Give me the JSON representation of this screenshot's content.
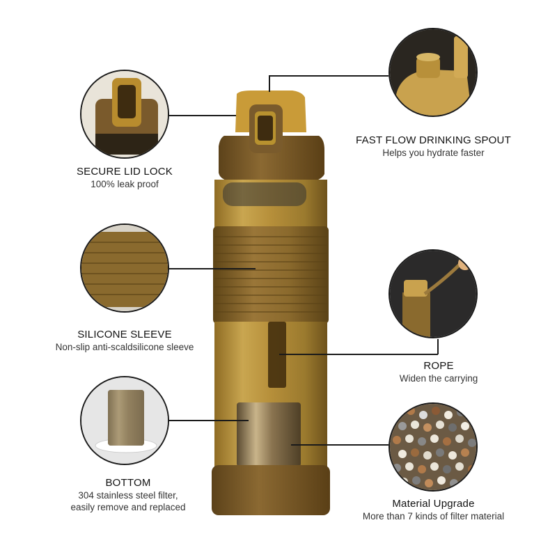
{
  "features": {
    "lid_lock": {
      "title": "SECURE LID LOCK",
      "subtitle": "100% leak proof"
    },
    "sleeve": {
      "title": "SILICONE SLEEVE",
      "subtitle": "Non-slip anti-scaldsilicone sleeve"
    },
    "bottom": {
      "title": "BOTTOM",
      "subtitle_line1": "304 stainless steel filter,",
      "subtitle_line2": "easily remove and replaced"
    },
    "spout": {
      "title": "FAST FLOW DRINKING SPOUT",
      "subtitle": "Helps you hydrate faster"
    },
    "rope": {
      "title": "ROPE",
      "subtitle": "Widen the carrying"
    },
    "material": {
      "title": "Material Upgrade",
      "subtitle": "More than 7 kinds of filter material"
    }
  },
  "colors": {
    "sleeve_brown": "#8a6a2e",
    "lid_brown": "#7a5a2c",
    "tritan_amber": "#c7a24a",
    "leader_line": "#1a1a1a"
  }
}
